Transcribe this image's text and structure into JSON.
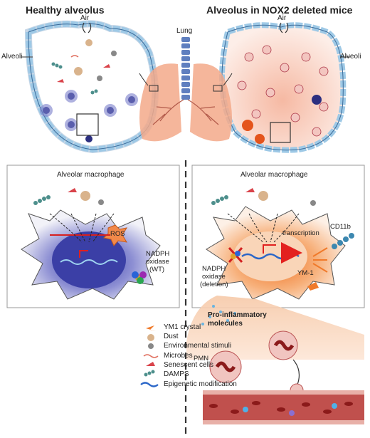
{
  "titles": {
    "left": "Healthy alveolus",
    "right": "Alveolus in NOX2 deleted mice"
  },
  "labels": {
    "air_left": "Air",
    "air_right": "Air",
    "alveoli_left": "Alveoli",
    "alveoli_right": "Alveoli",
    "lung": "Lung",
    "macrophage_left": "Alveolar macrophage",
    "macrophage_right": "Alveolar macrophage",
    "ros": "ROS",
    "nadph_wt_line1": "NADPH",
    "nadph_wt_line2": "oxidase",
    "nadph_wt_line3": "(WT)",
    "nadph_del_line1": "NADPH",
    "nadph_del_line2": "oxidase",
    "nadph_del_line3": "(deletion)",
    "transcription": "transcription",
    "cd11b": "CD11b",
    "ym1": "YM-1",
    "proinflammatory_line1": "Pro-inflammatory",
    "proinflammatory_line2": "molecules",
    "pmn": "PMN"
  },
  "legend": [
    {
      "icon": "ym1-crystal-icon",
      "label": "YM1 crystal"
    },
    {
      "icon": "dust-icon",
      "label": "Dust"
    },
    {
      "icon": "environmental-stimuli-icon",
      "label": "Environmental stimuli"
    },
    {
      "icon": "microbe-icon",
      "label": "Microbes"
    },
    {
      "icon": "senescent-cell-icon",
      "label": "Senescent cells"
    },
    {
      "icon": "damps-icon",
      "label": "DAMPS"
    },
    {
      "icon": "epigenetic-icon",
      "label": "Epigenetic modification"
    }
  ],
  "colors": {
    "alveolar_cell": "#9ec9e6",
    "macrophage_healthy": "#4a4fb0",
    "macrophage_inflamed": "#f07a2a",
    "lung": "#f3a98a",
    "trachea": "#5f7fbf",
    "vessel": "#c0504d",
    "rbc": "#8b1a1a"
  }
}
